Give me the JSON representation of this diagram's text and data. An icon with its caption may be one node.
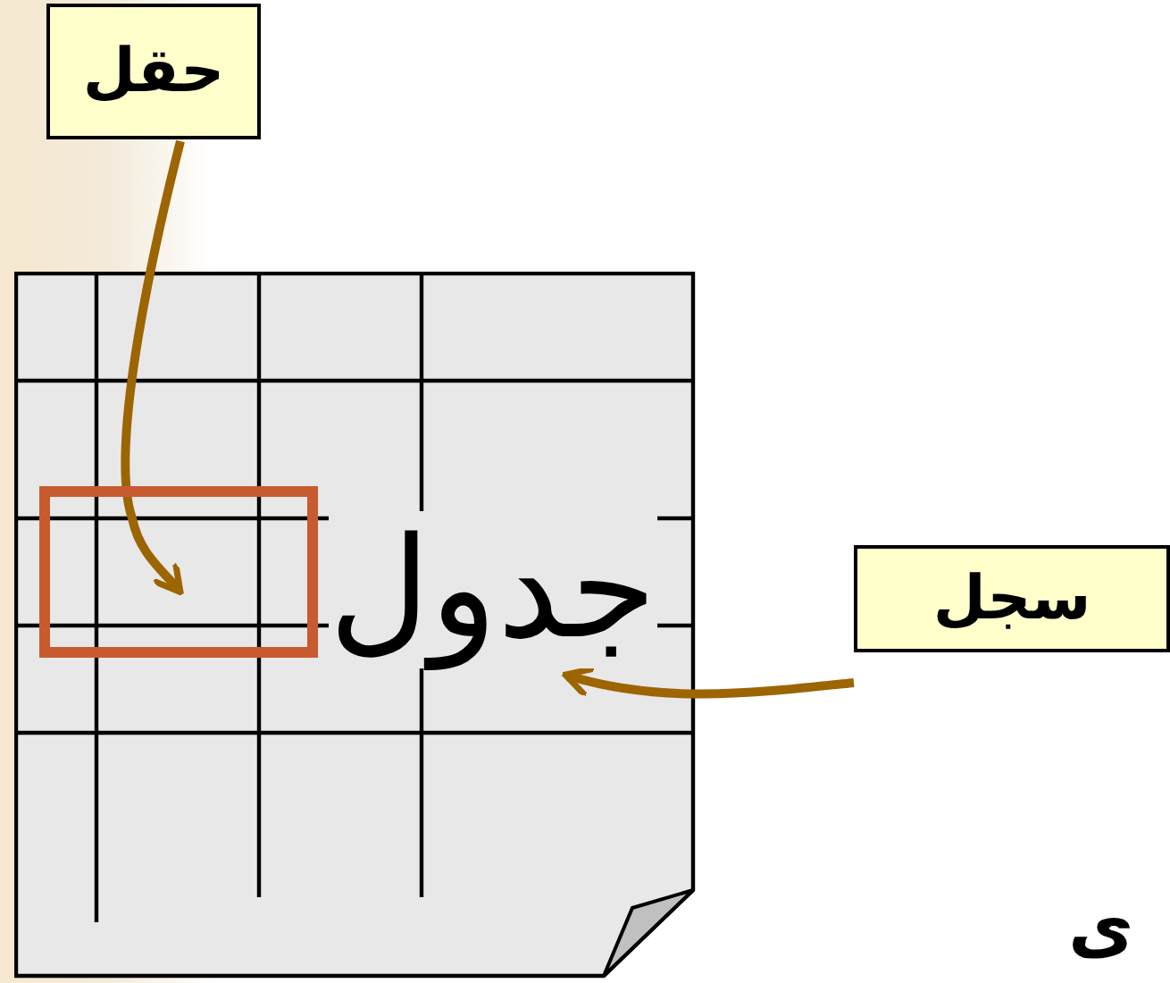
{
  "diagram": {
    "nodes": [
      {
        "text": [
          "حقل"
        ]
      },
      {
        "text": [
          "سجل"
        ]
      },
      {
        "text": [
          "جدول"
        ]
      },
      {
        "text": [],
        "shape": "box",
        "in": 2
      }
    ],
    "edges": [
      {
        "from": 0,
        "to": 3,
        "arrow": "to"
      },
      {
        "from": 1,
        "to": 2,
        "arrow": "to"
      }
    ],
    "labels": [
      "ى"
    ]
  }
}
